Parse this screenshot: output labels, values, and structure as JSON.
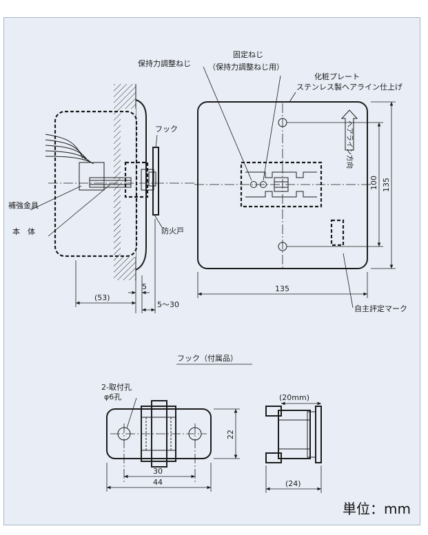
{
  "labels": {
    "holding_screw": "保持力調整ねじ",
    "fixing_screw": "固定ねじ",
    "fixing_screw_sub": "（保持力調整ねじ用）",
    "decor_plate": "化粧プレート",
    "decor_plate_sub": "ステンレス製ヘアライン仕上げ",
    "hook": "フック",
    "reinforce": "補強金具",
    "body": "本　体",
    "fire_door": "防火戸",
    "self_mark": "自主評定マーク",
    "arrow_text": "ヘアライン方向",
    "hook_accessory": "フック（付属品）",
    "mount_holes": "2-取付孔",
    "hole_dia": "φ6孔",
    "unit": "単位：mm"
  },
  "dimensions": {
    "d53": "(53)",
    "d5": "5",
    "d5_30": "5～30",
    "d135_w": "135",
    "d100": "100",
    "d135_h": "135",
    "d22": "22",
    "d30": "30",
    "d44": "44",
    "d20": "(20mm)",
    "d24": "(24)"
  }
}
